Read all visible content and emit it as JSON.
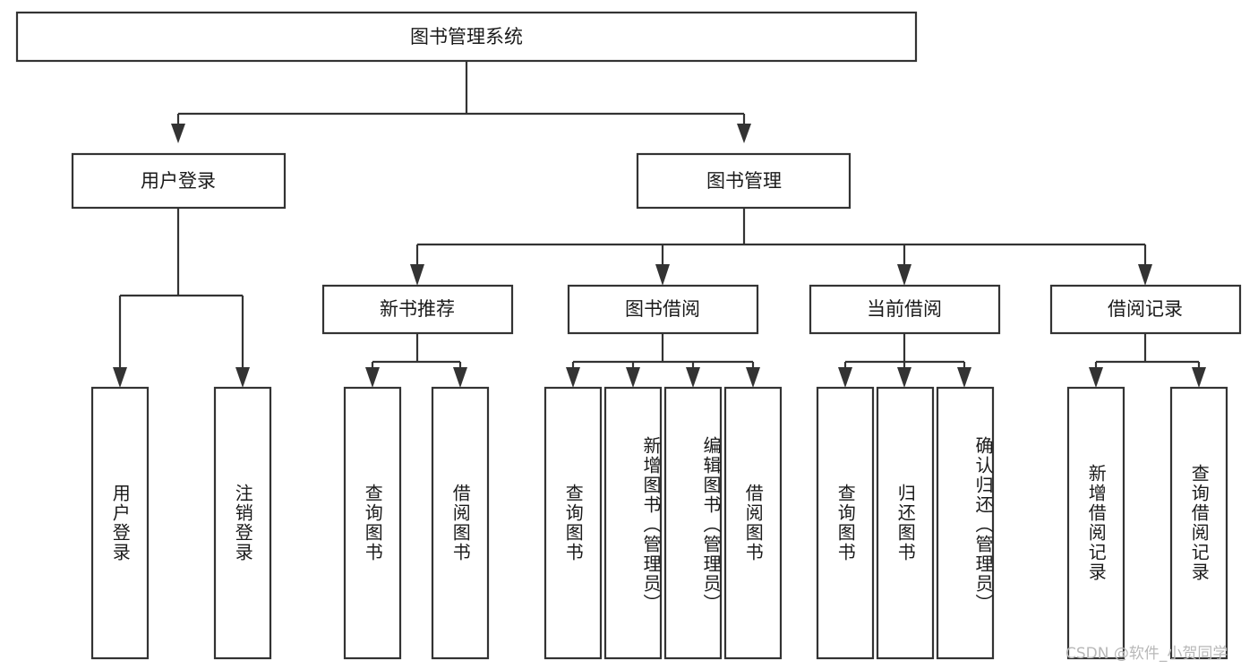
{
  "diagram": {
    "title": "图书管理系统",
    "type": "tree-hierarchy",
    "root": {
      "label": "图书管理系统"
    },
    "level2": [
      {
        "label": "用户登录"
      },
      {
        "label": "图书管理"
      }
    ],
    "level3": [
      {
        "label": "新书推荐"
      },
      {
        "label": "图书借阅"
      },
      {
        "label": "当前借阅"
      },
      {
        "label": "借阅记录"
      }
    ],
    "leaves": {
      "user_login": [
        {
          "label": "用户登录"
        },
        {
          "label": "注销登录"
        }
      ],
      "new_book_recommend": [
        {
          "label": "查询图书"
        },
        {
          "label": "借阅图书"
        }
      ],
      "book_borrow": [
        {
          "label": "查询图书"
        },
        {
          "label": "新增图书（管理员）"
        },
        {
          "label": "编辑图书（管理员）"
        },
        {
          "label": "借阅图书"
        }
      ],
      "current_borrow": [
        {
          "label": "查询图书"
        },
        {
          "label": "归还图书"
        },
        {
          "label": "确认归还（管理员）"
        }
      ],
      "borrow_record": [
        {
          "label": "新增借阅记录"
        },
        {
          "label": "查询借阅记录"
        }
      ]
    }
  },
  "watermark": {
    "text": "CSDN @软件_小贺同学"
  },
  "colors": {
    "background": "#ffffff",
    "box_fill": "#ffffff",
    "box_stroke": "#333333",
    "text": "#1a1a1a",
    "watermark": "#b8b8b8"
  }
}
